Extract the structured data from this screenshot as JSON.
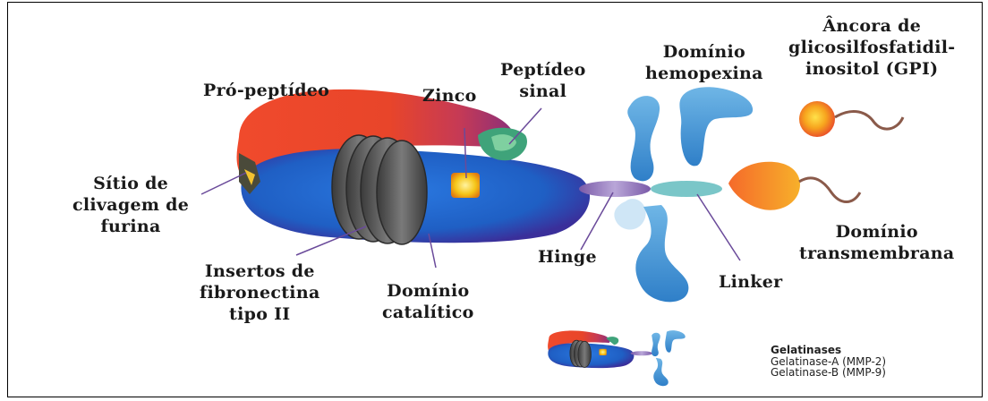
{
  "labels": {
    "pro_peptide": "Pró-peptídeo",
    "zinc": "Zinco",
    "signal_peptide": "Peptídeo\nsinal",
    "hemopexin_domain": "Domínio\nhemopexina",
    "gpi_anchor": "Âncora de\nglicosilfosfatidil-\ninositol (GPI)",
    "furin_cleavage_site": "Sítio de\nclivagem de\nfurina",
    "fibronectin_inserts": "Insertos de\nfibronectina\ntipo II",
    "catalytic_domain": "Domínio\ncatalítico",
    "hinge": "Hinge",
    "linker": "Linker",
    "transmembrane_domain": "Domínio\ntransmembrana"
  },
  "legend": {
    "title": "Gelatinases",
    "items": [
      "Gelatinase-A (MMP-2)",
      "Gelatinase-B (MMP-9)"
    ]
  },
  "colors": {
    "catalytic_blue": "#1f5fc4",
    "propeptide_red": "#e8452a",
    "fibronectin_gray": "#5a5a5a",
    "zinc_yellow": "#f5c518",
    "signal_green": "#3fa37a",
    "hemopexin_blue": "#5aa8d8",
    "linker_purple": "#8f6fb8",
    "leader_line_purple": "#6a4a9a"
  }
}
